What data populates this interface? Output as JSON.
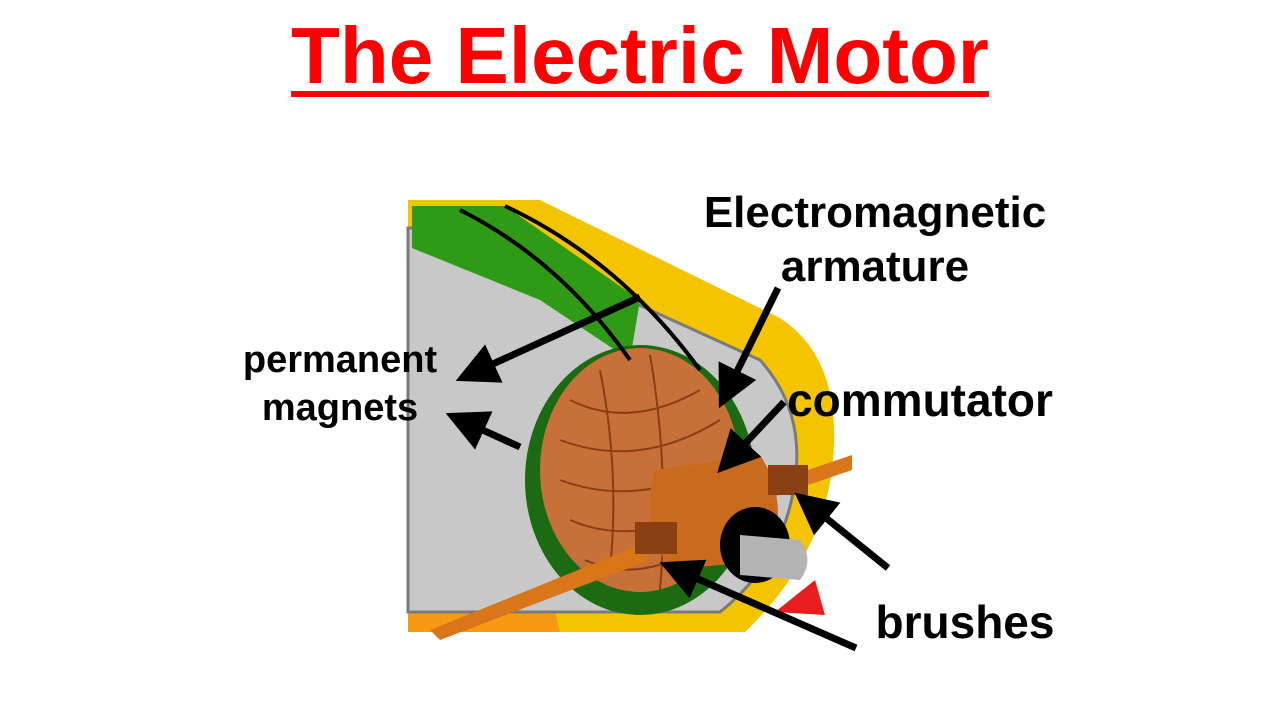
{
  "title": "The Electric Motor",
  "colors": {
    "title": "#ff0000",
    "housing_yellow": "#f5c400",
    "magnet_green": "#2f9a16",
    "shell_gray": "#c8c8c8",
    "copper": "#c8703a",
    "shaft_gray": "#b4b4b4",
    "arrow": "#000000",
    "rotation_arrow": "#e81e1e"
  },
  "labels": {
    "armature": [
      "Electromagnetic",
      "armature"
    ],
    "magnets": [
      "permanent",
      "magnets"
    ],
    "commutator": "commutator",
    "brushes": "brushes"
  }
}
